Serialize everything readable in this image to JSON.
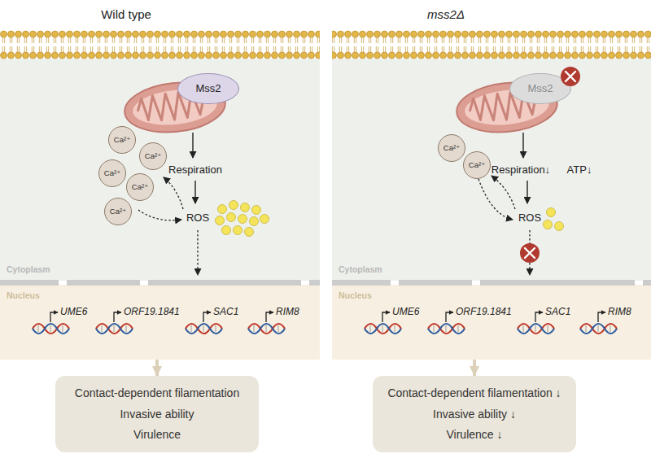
{
  "diagram": {
    "nodes": [
      {
        "text": [
          "Cytoplasm"
        ]
      },
      {
        "text": [
          "Mss2"
        ],
        "in": 0
      },
      {
        "text": [
          "Ca²⁺"
        ],
        "in": 0
      },
      {
        "text": [
          "Ca²⁺"
        ],
        "in": 0
      },
      {
        "text": [
          "Ca²⁺"
        ],
        "in": 0
      },
      {
        "text": [
          "Ca²⁺"
        ],
        "in": 0
      },
      {
        "text": [
          "Ca²⁺"
        ],
        "in": 0
      },
      {
        "text": [
          "Nucleus"
        ]
      },
      {
        "text": [
          "Contact-dependent filamentation",
          "Invasive ability",
          "Virulence"
        ]
      },
      {
        "text": [
          "Cytoplasm"
        ]
      },
      {
        "text": [
          "Mss2"
        ],
        "in": 9
      },
      {
        "text": [
          "Ca²⁺"
        ],
        "in": 9
      },
      {
        "text": [
          "Ca²⁺"
        ],
        "in": 9
      },
      {
        "text": [
          "Nucleus"
        ]
      },
      {
        "text": [
          "Contact-dependent filamentation ↓",
          "Invasive ability ↓",
          "Virulence ↓"
        ]
      }
    ],
    "edges": [
      {
        "from": 7,
        "to": 8,
        "arrow": "to"
      },
      {
        "from": 13,
        "to": 14,
        "arrow": "to"
      }
    ],
    "labels": [
      "Wild type",
      "Respiration",
      "ROS",
      "UME6",
      "ORF19.1841",
      "SAC1",
      "RIM8",
      "mss2Δ",
      "Respiration↓",
      "ATP↓",
      "ROS",
      "UME6",
      "ORF19.1841",
      "SAC1",
      "RIM8"
    ]
  }
}
